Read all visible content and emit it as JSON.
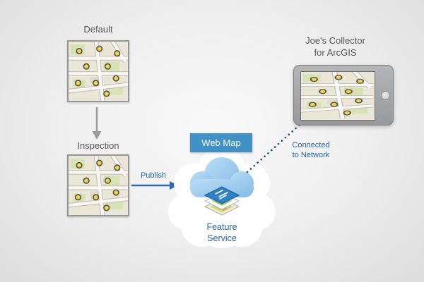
{
  "labels": {
    "default_map": "Default",
    "inspection_map": "Inspection",
    "publish": "Publish",
    "web_map": "Web Map",
    "feature_service": "Feature\nService",
    "connected_to_network": "Connected\nto Network",
    "device_title": "Joe's Collector\nfor ArcGIS"
  },
  "colors": {
    "text_gray": "#58585a",
    "accent_blue": "#2667ad",
    "web_map_badge_bg": "#4190c6",
    "cloud_blue": "#9fccee",
    "map_point_yellow": "#f4d24b",
    "map_background": "#ebe7d8",
    "tablet_gray": "#a2a3a5",
    "dotted_line_blue": "#1c4d87",
    "arrow_gray": "#9a9a9c"
  }
}
